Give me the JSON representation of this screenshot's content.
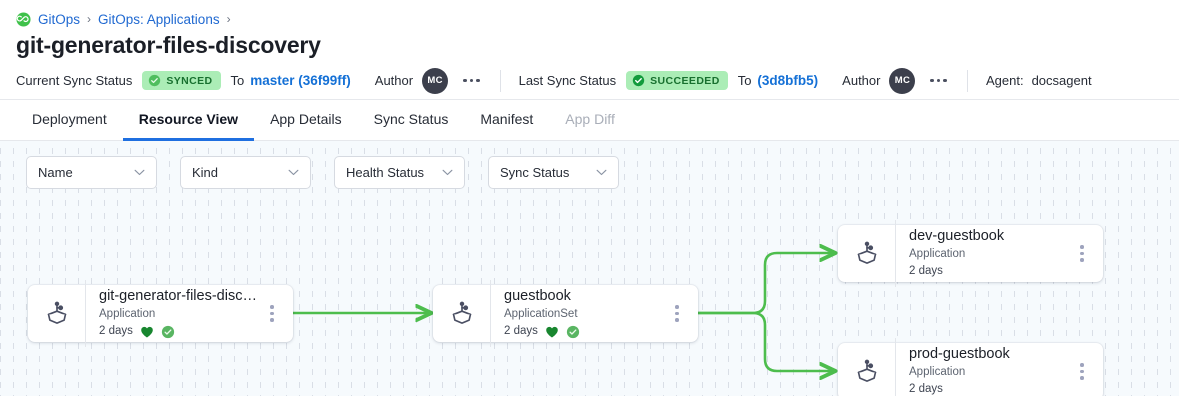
{
  "breadcrumb": {
    "logo_icon": "gitops-logo-icon",
    "items": [
      {
        "label": "GitOps"
      },
      {
        "label": "GitOps: Applications"
      }
    ],
    "separator": "›"
  },
  "page": {
    "title": "git-generator-files-discovery"
  },
  "status_bar": {
    "current_sync_label": "Current Sync Status",
    "current_sync_badge": "SYNCED",
    "current_sync_to_word": "To",
    "current_sync_revision": "master (36f99ff)",
    "current_author_label": "Author",
    "current_author_initials": "MC",
    "last_sync_label": "Last Sync Status",
    "last_sync_badge": "SUCCEEDED",
    "last_sync_to_word": "To",
    "last_sync_revision": "(3d8bfb5)",
    "last_author_label": "Author",
    "last_author_initials": "MC",
    "agent_label": "Agent:",
    "agent_value": "docsagent",
    "overflow_icon": "ellipsis-horizontal-icon"
  },
  "tabs": [
    {
      "label": "Deployment",
      "state": "normal"
    },
    {
      "label": "Resource View",
      "state": "active"
    },
    {
      "label": "App Details",
      "state": "normal"
    },
    {
      "label": "Sync Status",
      "state": "normal"
    },
    {
      "label": "Manifest",
      "state": "normal"
    },
    {
      "label": "App Diff",
      "state": "disabled"
    }
  ],
  "filters": [
    {
      "label": "Name"
    },
    {
      "label": "Kind"
    },
    {
      "label": "Health Status"
    },
    {
      "label": "Sync Status"
    }
  ],
  "graph": {
    "nodes": [
      {
        "id": "root",
        "title": "git-generator-files-disco…",
        "kind": "Application",
        "age": "2 days",
        "icon": "argo-application-icon",
        "health_icon": "heart-healthy-icon",
        "sync_icon": "check-circle-synced-icon",
        "has_status_icons": true
      },
      {
        "id": "appset",
        "title": "guestbook",
        "kind": "ApplicationSet",
        "age": "2 days",
        "icon": "argo-application-icon",
        "health_icon": "heart-healthy-icon",
        "sync_icon": "check-circle-synced-icon",
        "has_status_icons": true
      },
      {
        "id": "dev",
        "title": "dev-guestbook",
        "kind": "Application",
        "age": "2 days",
        "icon": "argo-application-icon",
        "has_status_icons": false
      },
      {
        "id": "prod",
        "title": "prod-guestbook",
        "kind": "Application",
        "age": "2 days",
        "icon": "argo-application-icon",
        "has_status_icons": false
      }
    ]
  },
  "colors": {
    "edge_green": "#4dbd4d",
    "badge_bg": "#abedb6",
    "badge_text": "#18702f",
    "link_blue": "#1470d6",
    "tab_active_underline": "#1f6fe0",
    "heart_green": "#18862f",
    "sync_green": "#4aab52",
    "canvas_bg": "#f6fafd"
  }
}
